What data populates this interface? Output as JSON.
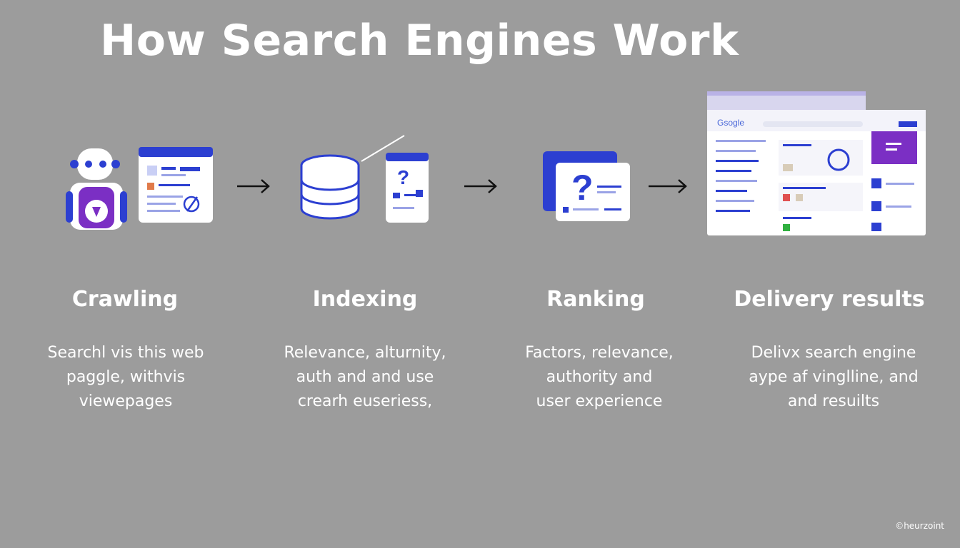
{
  "title": "How Search Engines Work",
  "steps": [
    {
      "icon": "crawler-robot-icon",
      "title": "Crawling",
      "desc": [
        "Searchl vis this web",
        "paggle, withvis",
        "viewepages"
      ]
    },
    {
      "icon": "database-index-icon",
      "title": "Indexing",
      "desc": [
        "Relevance, alturnity,",
        "auth and and use",
        "crearh euseriess,"
      ]
    },
    {
      "icon": "ranking-question-icon",
      "title": "Ranking",
      "desc": [
        "Factors, relevance,",
        "authority and",
        "user experience"
      ]
    },
    {
      "icon": "search-results-browser-icon",
      "title": "Delivery results",
      "desc": [
        "Delivx search engine",
        "aype af vinglline, and",
        "and resuilts"
      ]
    }
  ],
  "browser_logo": "Gsogle",
  "watermark": "©heurzoint",
  "colors": {
    "background": "#9c9c9c",
    "accent_blue": "#2c3fd1",
    "accent_purple": "#7b2fc4",
    "white": "#ffffff"
  }
}
